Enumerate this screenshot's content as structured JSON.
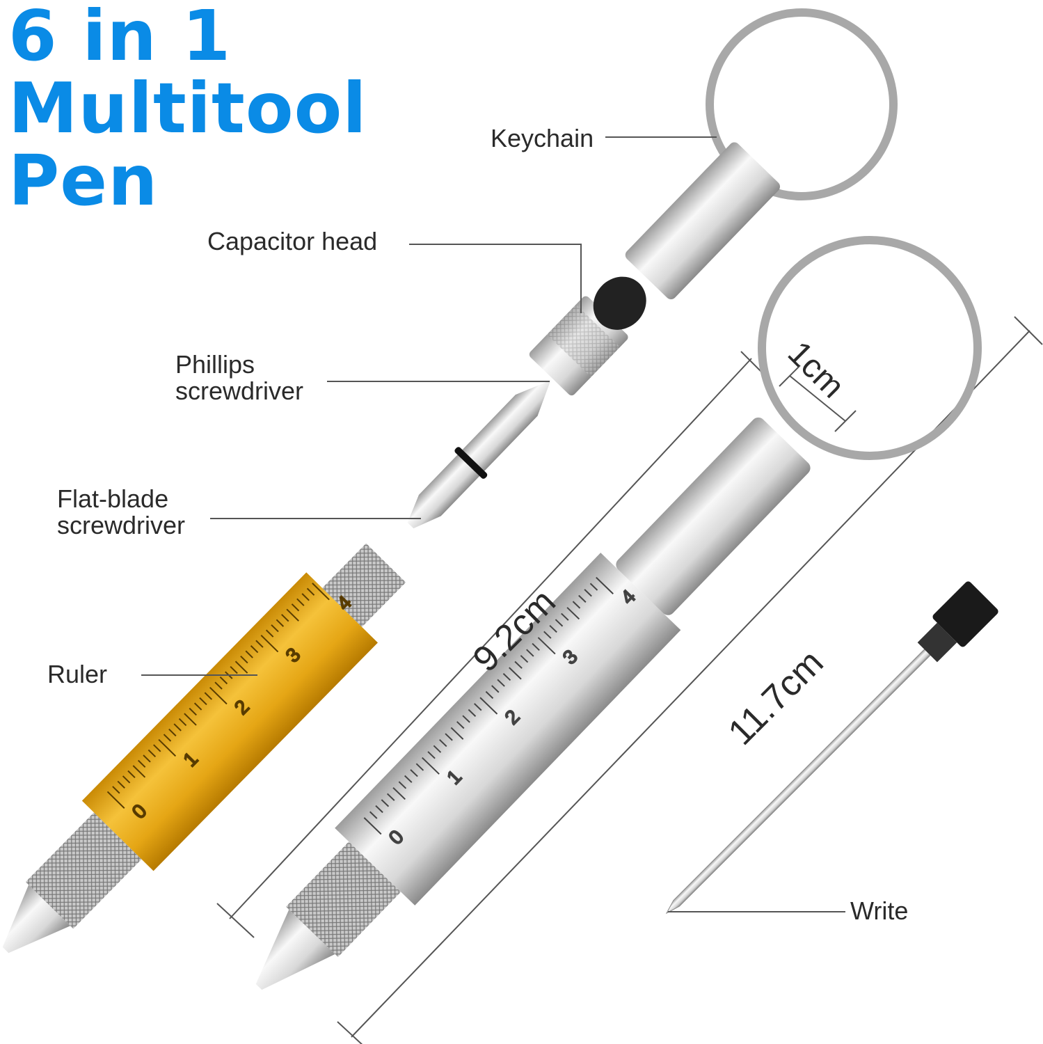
{
  "title": {
    "line1": "6 in 1",
    "line2": "Multitool",
    "line3": "Pen"
  },
  "labels": {
    "keychain": "Keychain",
    "capacitor_head": "Capacitor head",
    "phillips": "Phillips\nscrewdriver",
    "flat_blade": "Flat-blade\nscrewdriver",
    "ruler": "Ruler",
    "write": "Write"
  },
  "dimensions": {
    "width": "1cm",
    "body": "9.2cm",
    "total": "11.7cm"
  },
  "ruler_ticks": [
    "0",
    "1",
    "2",
    "3",
    "4"
  ],
  "colors": {
    "title": "#0a8be6",
    "gold_body": "#e8a915",
    "silver_body": "#e6e6e6",
    "line": "#555555"
  }
}
